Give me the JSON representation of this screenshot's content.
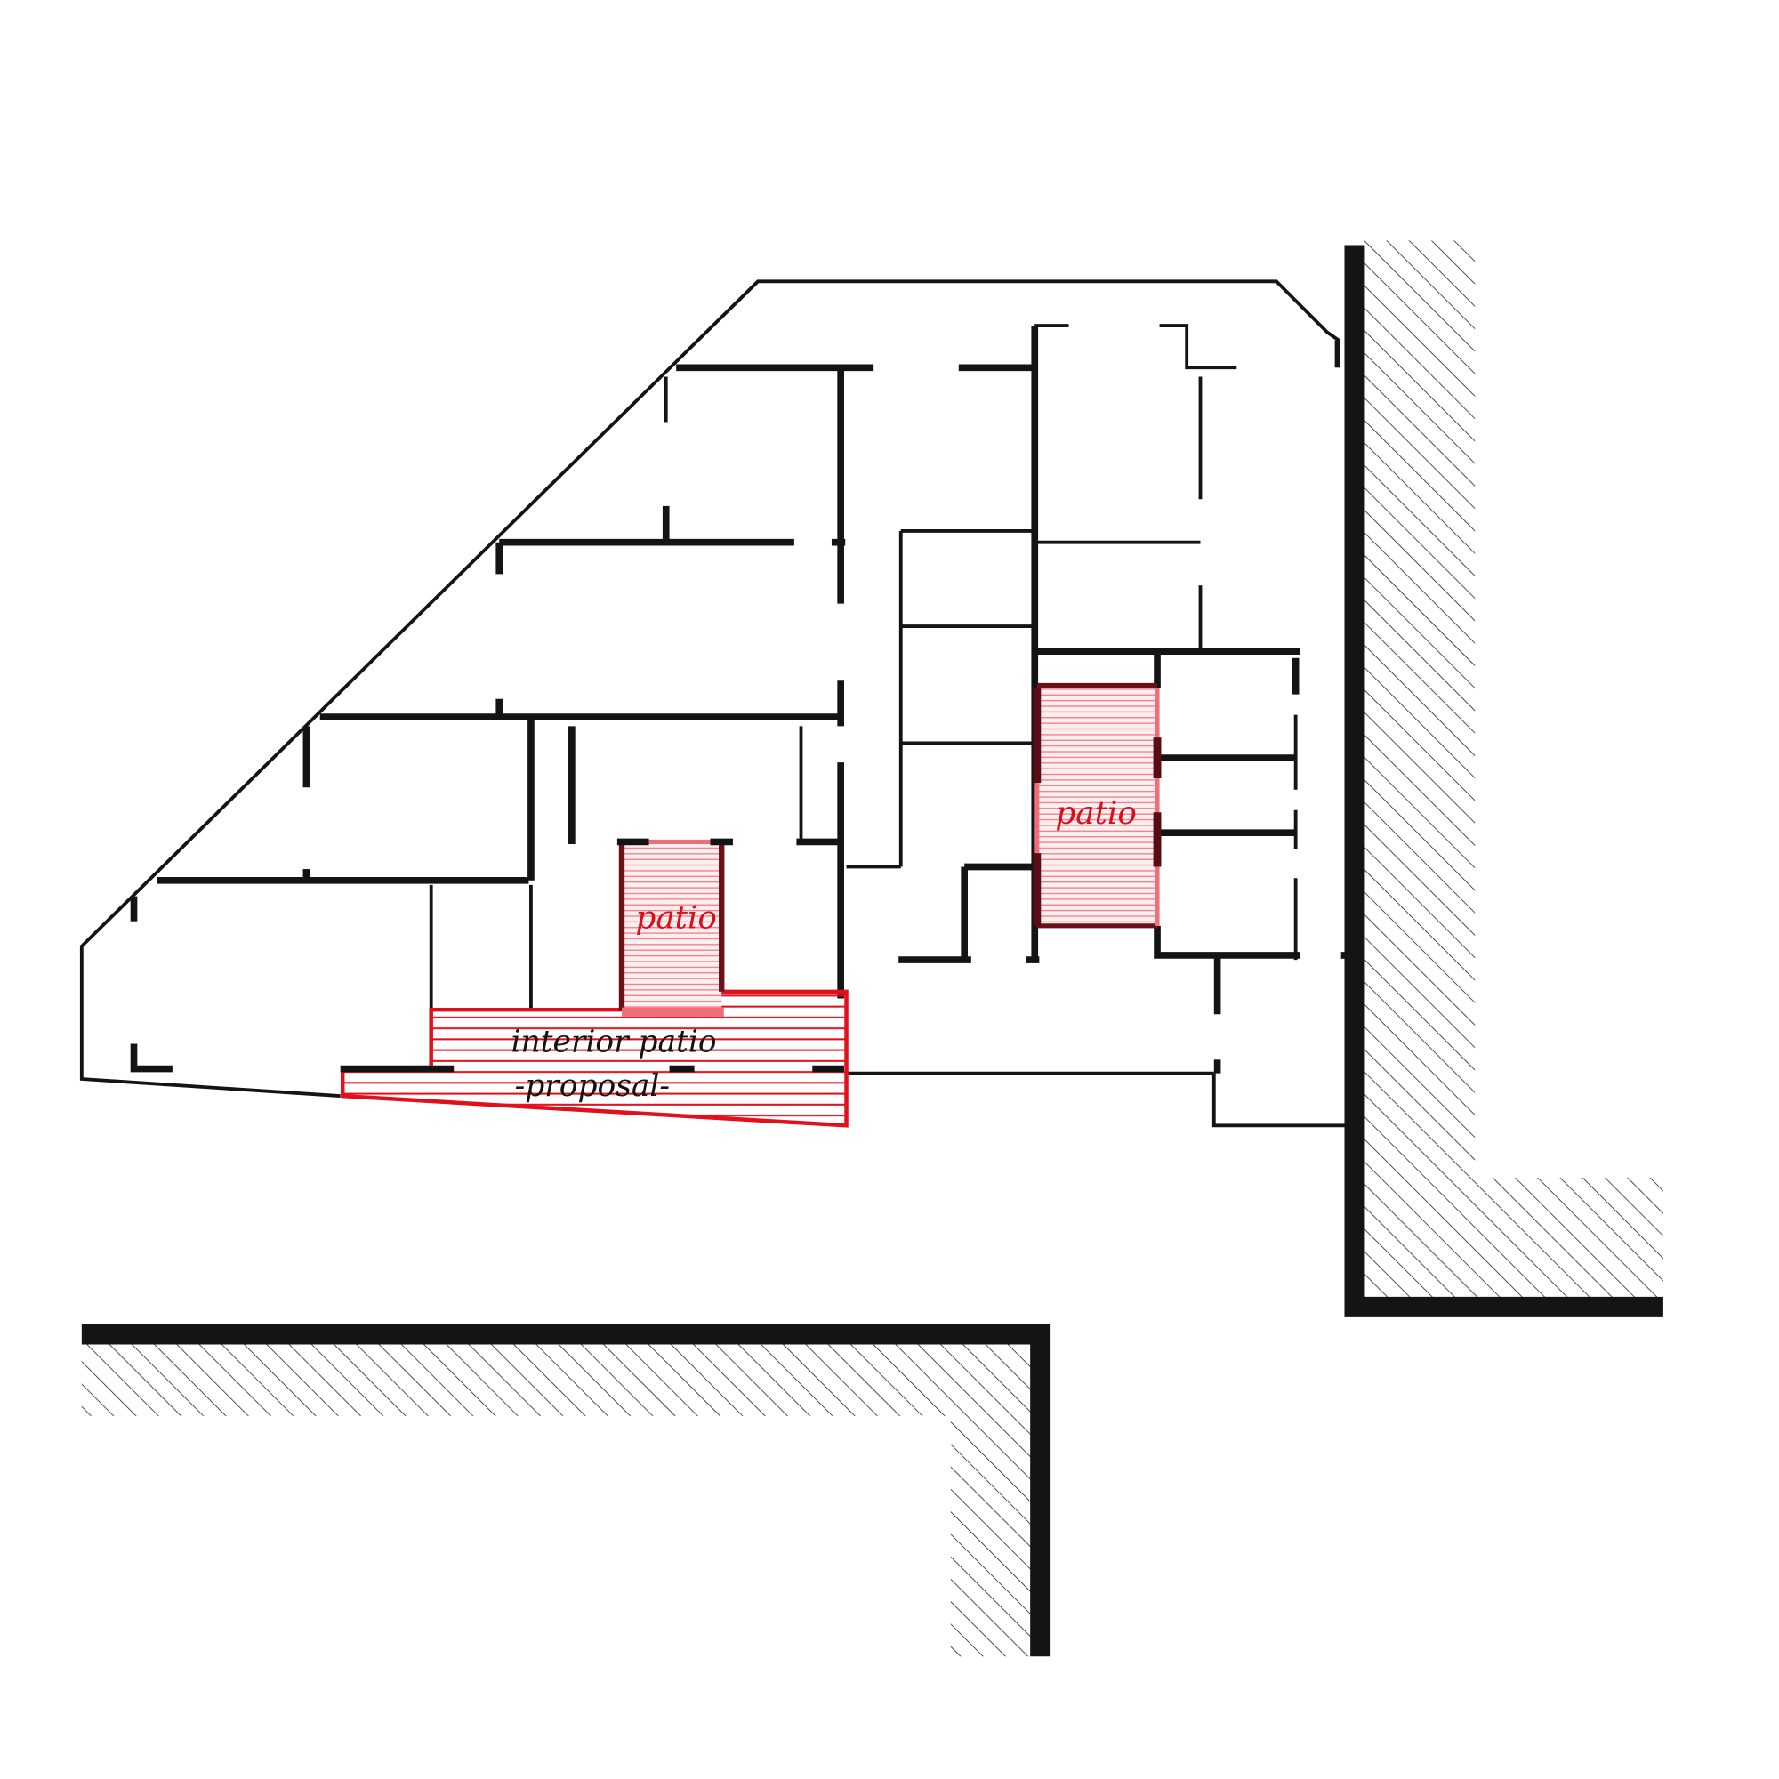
{
  "diagram": {
    "type": "architectural floor plan",
    "colors": {
      "background": "#ffffff",
      "wall": "#141414",
      "patio_outline": "#e0101c",
      "patio_outline_dark": "#6b1018",
      "patio_fill": "#fbe2e4",
      "patio_hatch": "#ef6f78",
      "patio_label": "#d9101c",
      "proposal_label": "#141414",
      "neighbor_hatch": "#1a1a1a"
    },
    "labels": {
      "patio_left": "patio",
      "patio_right": "patio",
      "interior_patio_line1": "interior patio",
      "interior_patio_line2": "-proposal-"
    },
    "zones": [
      {
        "id": "patio-left",
        "label": "patio",
        "kind": "existing patio"
      },
      {
        "id": "patio-right",
        "label": "patio",
        "kind": "existing patio"
      },
      {
        "id": "interior-patio-proposal",
        "label": "interior patio -proposal-",
        "kind": "proposed patio"
      }
    ],
    "neighbors": [
      {
        "id": "neighbor-building-east",
        "kind": "adjacent building (hatched)"
      },
      {
        "id": "neighbor-building-south",
        "kind": "adjacent building (hatched)"
      }
    ]
  }
}
